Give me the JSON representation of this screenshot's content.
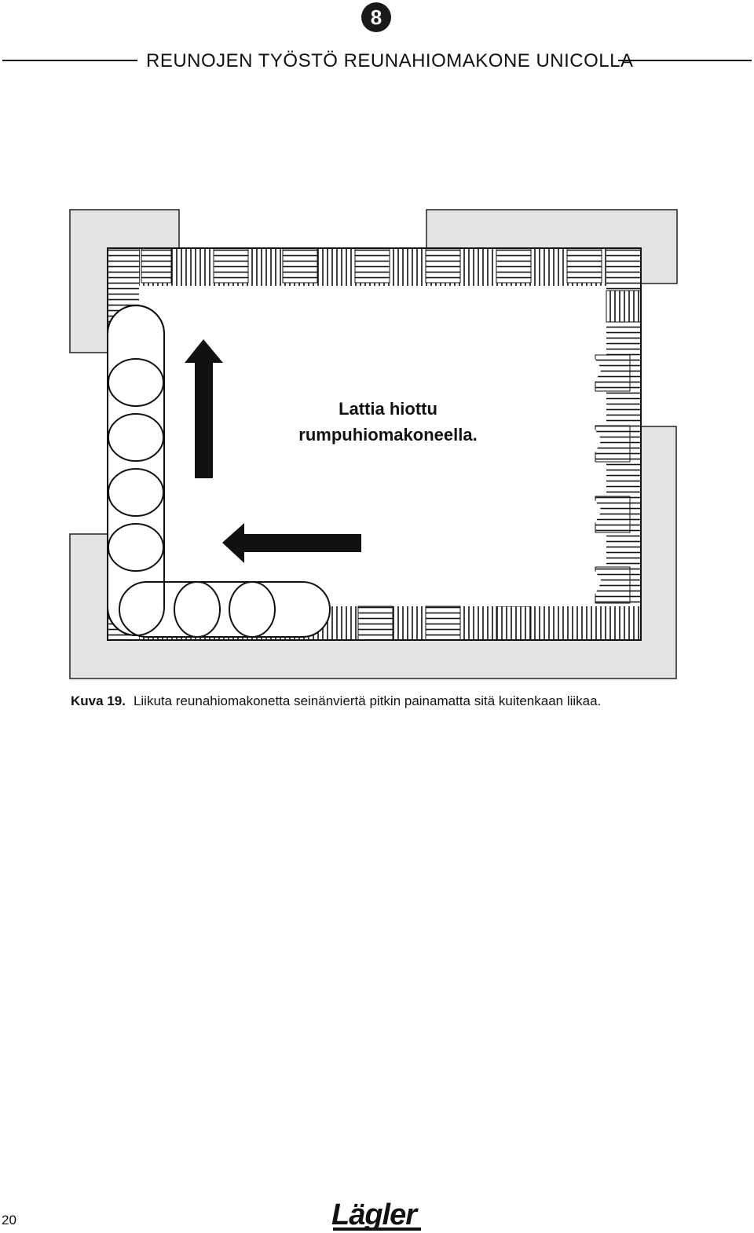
{
  "header": {
    "section_number": "8",
    "title": "REUNOJEN TYÖSTÖ REUNAHIOMAKONE UNICOLLA"
  },
  "figure": {
    "floor_label_line1": "Lattia hiottu",
    "floor_label_line2": "rumpuhiomakoneella."
  },
  "caption": {
    "label": "Kuva 19.",
    "text": "Liikuta reunahiomakonetta seinänviertä pitkin painamatta sitä kuitenkaan liikaa."
  },
  "footer": {
    "page_number": "20",
    "brand": "Lägler"
  }
}
